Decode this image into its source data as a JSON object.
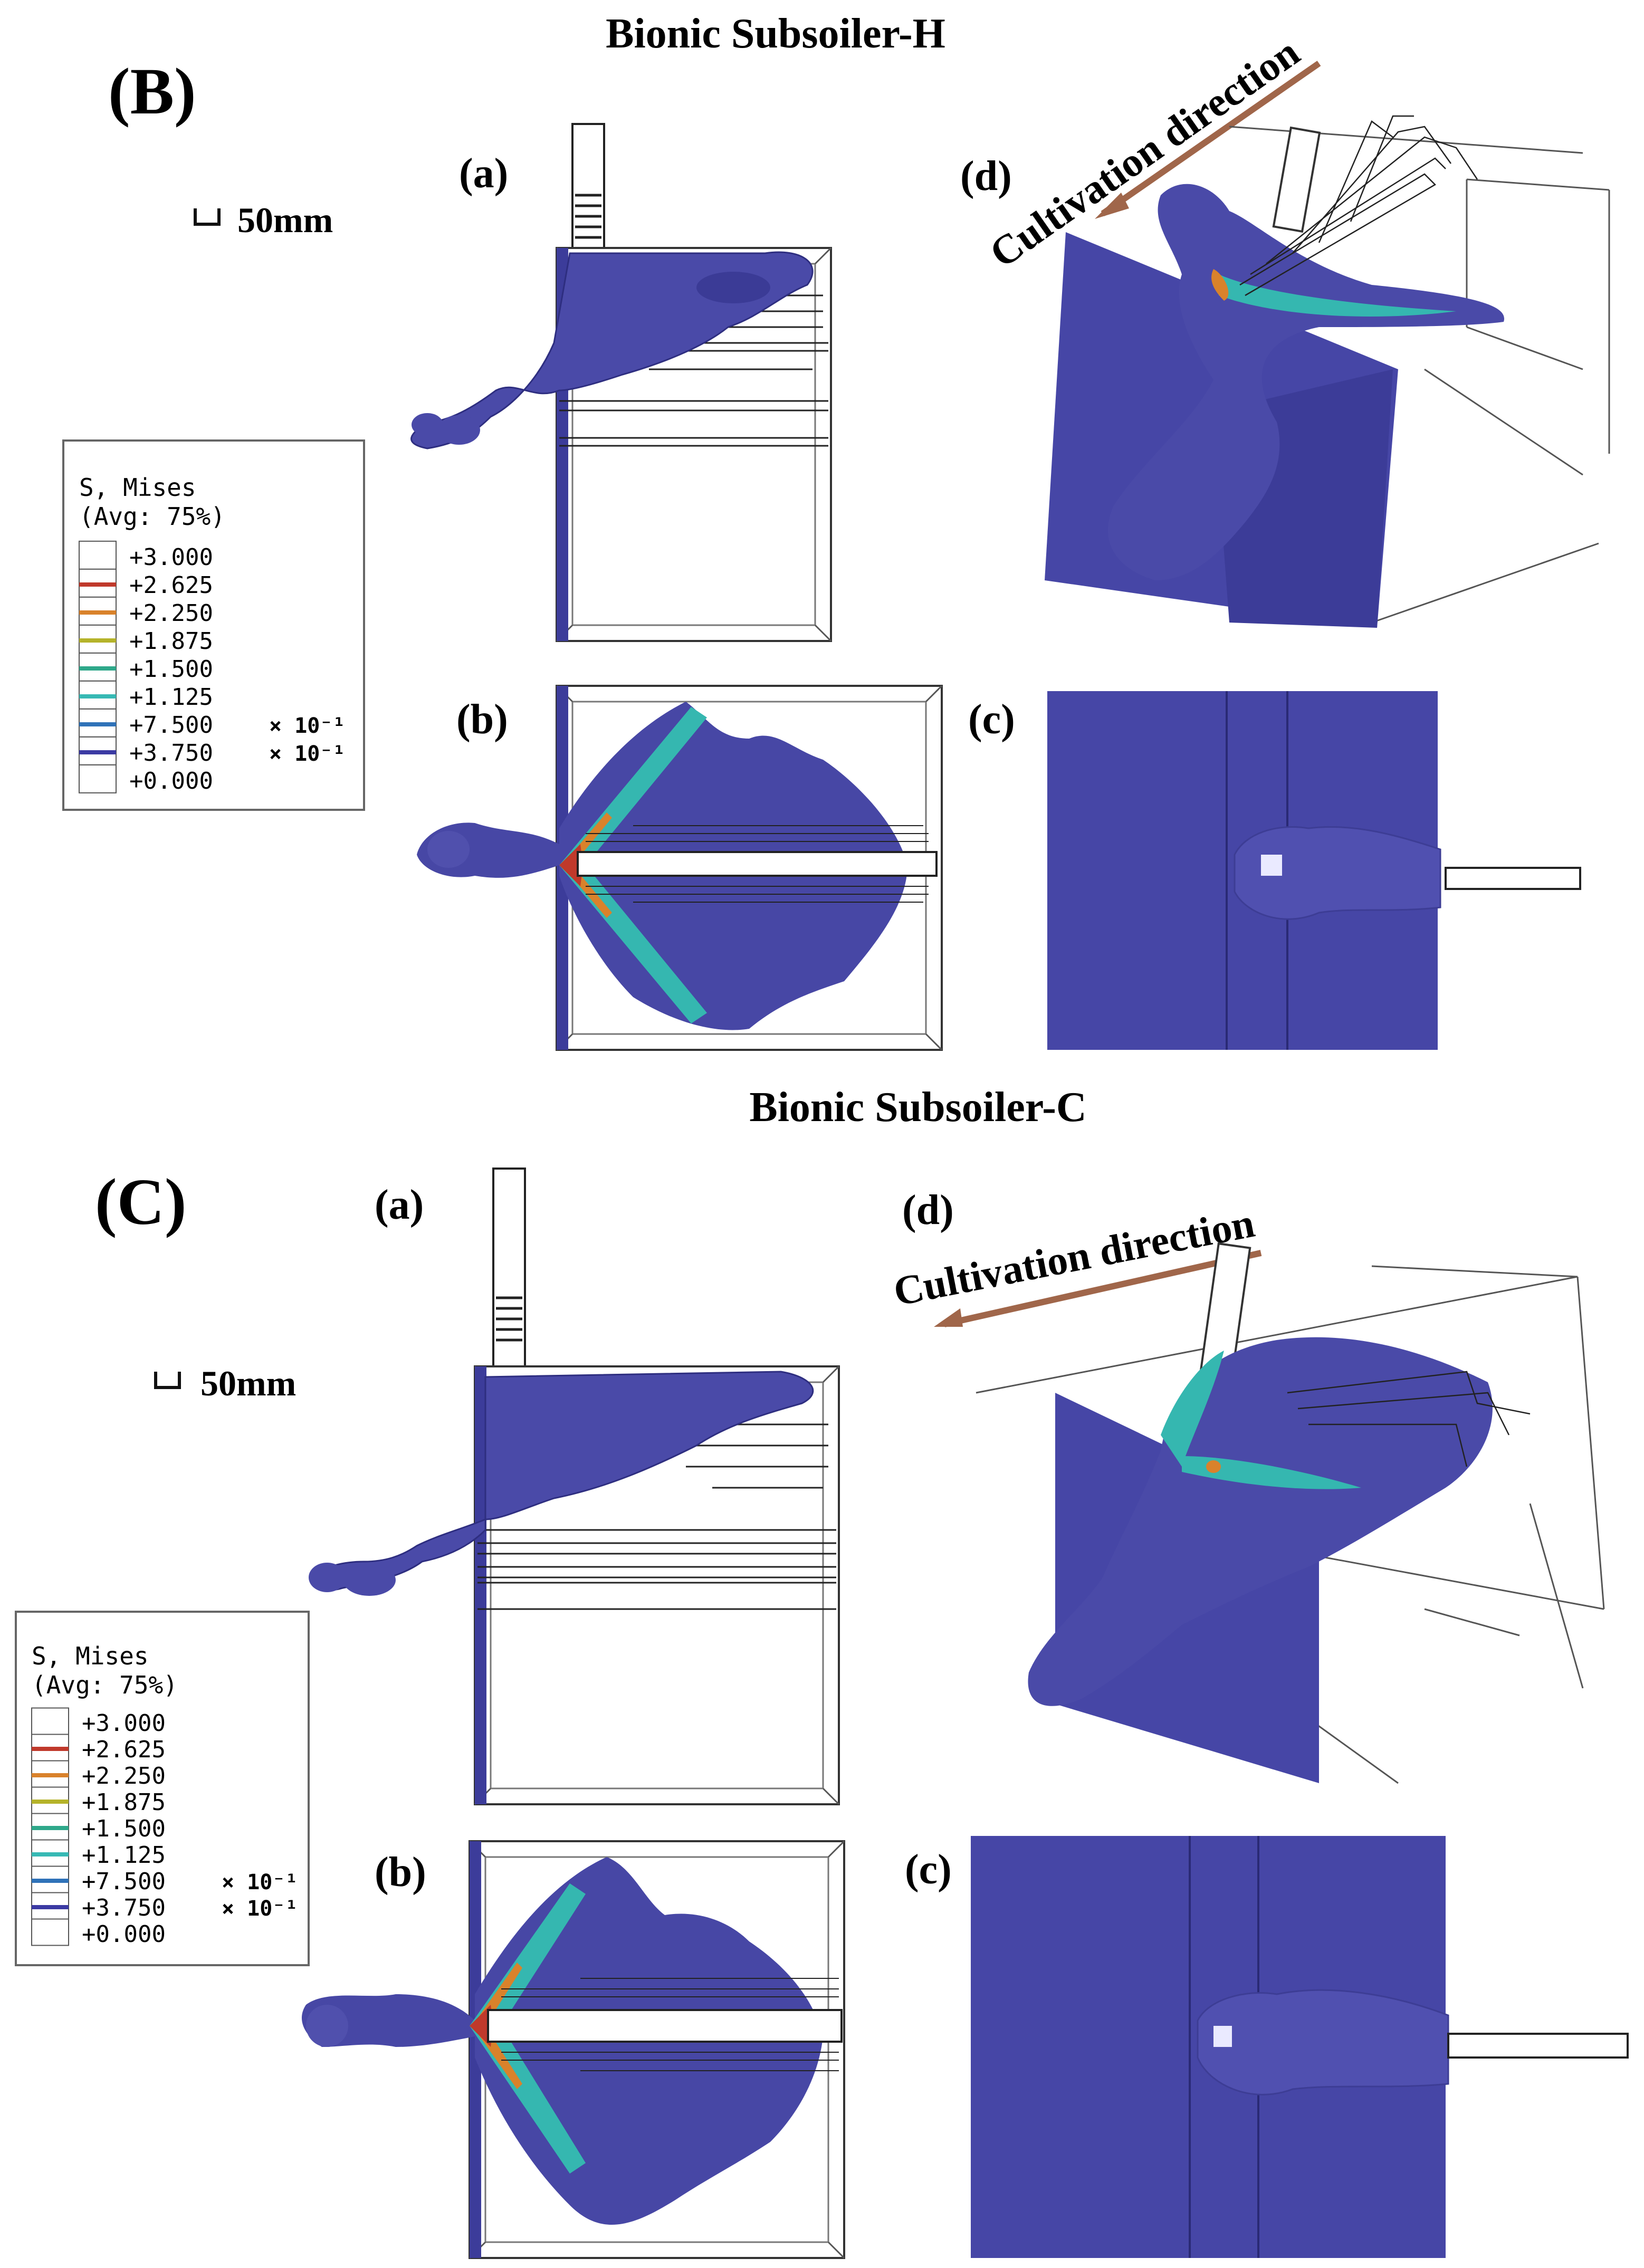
{
  "figure": {
    "section_B": {
      "title": "Bionic Subsoiler-H",
      "tag": "(B)",
      "scale": "50mm",
      "panels": {
        "a": "(a)",
        "b": "(b)",
        "c": "(c)",
        "d": "(d)"
      },
      "arrow_label": "Cultivation direction"
    },
    "section_C": {
      "title": "Bionic Subsoiler-C",
      "tag": "(C)",
      "scale": "50mm",
      "panels": {
        "a": "(a)",
        "b": "(b)",
        "c": "(c)",
        "d": "(d)"
      },
      "arrow_label": "Cultivation direction"
    }
  },
  "legend": {
    "title": "S, Mises",
    "subtitle": "(Avg: 75%)",
    "entries": [
      {
        "value": "+3.000",
        "color": "#ffffff"
      },
      {
        "value": "+2.625",
        "color": "#c0392b"
      },
      {
        "value": "+2.250",
        "color": "#d9822b"
      },
      {
        "value": "+1.875",
        "color": "#b5b32a"
      },
      {
        "value": "+1.500",
        "color": "#2fa88a"
      },
      {
        "value": "+1.125",
        "color": "#37b9b4"
      },
      {
        "value": "+7.500",
        "color": "#2f72b8",
        "exp": "× 10⁻¹"
      },
      {
        "value": "+3.750",
        "color": "#3b3aa3",
        "exp": "× 10⁻¹"
      },
      {
        "value": "+0.000",
        "color": "#ffffff"
      }
    ]
  },
  "colors": {
    "soil": "#4a4aa8",
    "soil_dark": "#35358a",
    "plate": "#4646a6",
    "teal": "#35b7b0",
    "arrow": "#a0664a"
  }
}
